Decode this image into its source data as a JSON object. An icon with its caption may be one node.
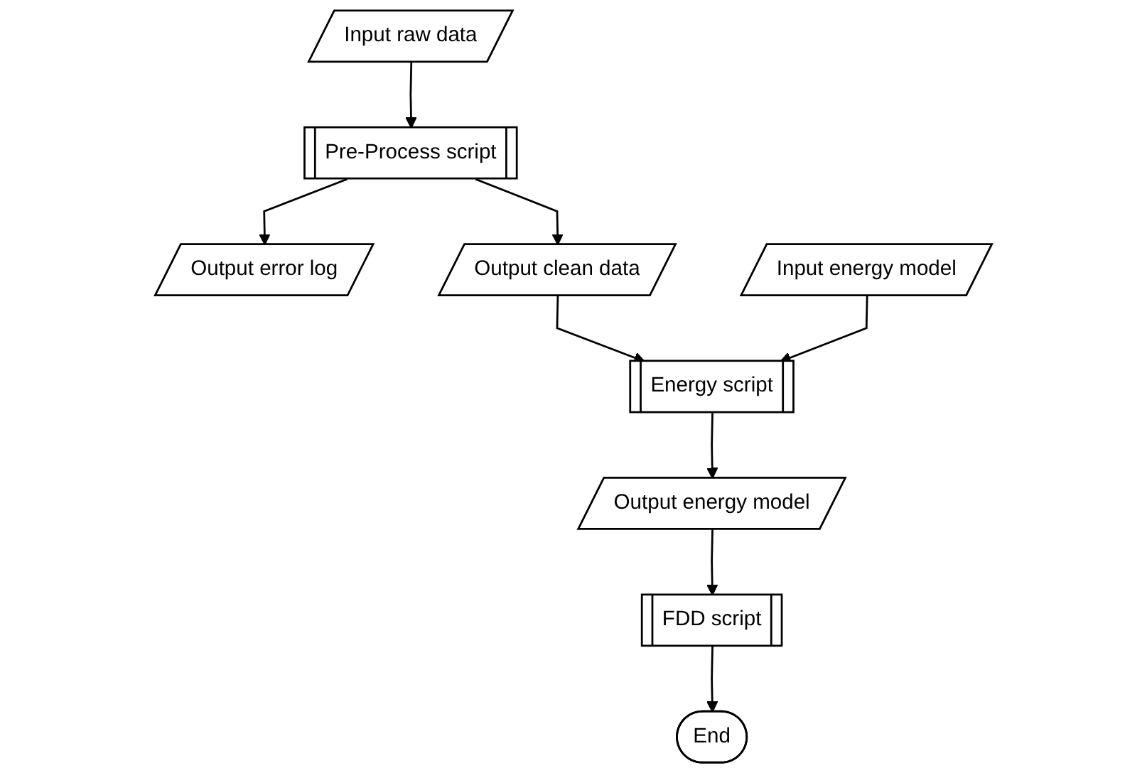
{
  "diagram": {
    "nodes": [
      {
        "text": [
          "Input raw data"
        ]
      },
      {
        "text": [
          "Pre-Process script"
        ]
      },
      {
        "text": [
          "Output error log"
        ]
      },
      {
        "text": [
          "Output clean data"
        ]
      },
      {
        "text": [
          "Output energy model"
        ]
      },
      {
        "text": [
          "Energy script"
        ]
      },
      {
        "text": [
          "Input energy model"
        ]
      },
      {
        "text": [
          "FDD script"
        ]
      },
      {
        "text": [
          "End"
        ]
      }
    ],
    "edges": [
      {
        "from": 0,
        "to": 1,
        "arrow": "to"
      },
      {
        "from": 1,
        "to": 2,
        "arrow": "to"
      },
      {
        "from": 1,
        "to": 3,
        "arrow": "to"
      },
      {
        "from": 3,
        "to": 5,
        "arrow": "to"
      },
      {
        "from": 6,
        "to": 5,
        "arrow": "to"
      },
      {
        "from": 5,
        "to": 4,
        "arrow": "to"
      },
      {
        "from": 4,
        "to": 7,
        "arrow": "to"
      },
      {
        "from": 7,
        "to": 8,
        "arrow": "to"
      }
    ]
  }
}
